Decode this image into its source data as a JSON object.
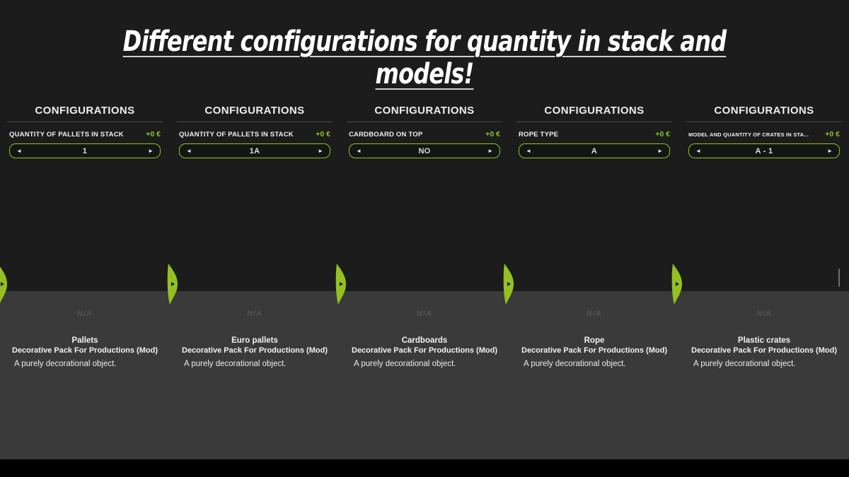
{
  "title": "Different configurations for quantity in stack and models!",
  "accent_green": "#94c11f",
  "scrollbar": {
    "visible": true
  },
  "panels": [
    {
      "header": "CONFIGURATIONS",
      "option_label": "QUANTITY OF PALLETS IN STACK",
      "price": "+0 €",
      "value": "1",
      "prev_arrow": "◄",
      "next_arrow": "►",
      "na_label": "N/A",
      "item_name": "Pallets",
      "item_brand": "Decorative Pack For Productions (Mod)",
      "item_description": "A purely decorational object."
    },
    {
      "header": "CONFIGURATIONS",
      "option_label": "QUANTITY OF PALLETS IN STACK",
      "price": "+0 €",
      "value": "1A",
      "prev_arrow": "◄",
      "next_arrow": "►",
      "na_label": "N/A",
      "item_name": "Euro pallets",
      "item_brand": "Decorative Pack For Productions (Mod)",
      "item_description": "A purely decorational object."
    },
    {
      "header": "CONFIGURATIONS",
      "option_label": "CARDBOARD ON TOP",
      "price": "+0 €",
      "value": "NO",
      "prev_arrow": "◄",
      "next_arrow": "►",
      "na_label": "N/A",
      "item_name": "Cardboards",
      "item_brand": "Decorative Pack For Productions (Mod)",
      "item_description": "A purely decorational object."
    },
    {
      "header": "CONFIGURATIONS",
      "option_label": "ROPE TYPE",
      "price": "+0 €",
      "value": "A",
      "prev_arrow": "◄",
      "next_arrow": "►",
      "na_label": "N/A",
      "item_name": "Rope",
      "item_brand": "Decorative Pack For Productions (Mod)",
      "item_description": "A purely decorational object."
    },
    {
      "header": "CONFIGURATIONS",
      "option_label": "MODEL AND QUANTITY OF CRATES IN STA...",
      "price": "+0 €",
      "value": "A - 1",
      "prev_arrow": "◄",
      "next_arrow": "►",
      "na_label": "N/A",
      "item_name": "Plastic crates",
      "item_brand": "Decorative Pack For Productions (Mod)",
      "item_description": "A purely decorational object."
    }
  ]
}
